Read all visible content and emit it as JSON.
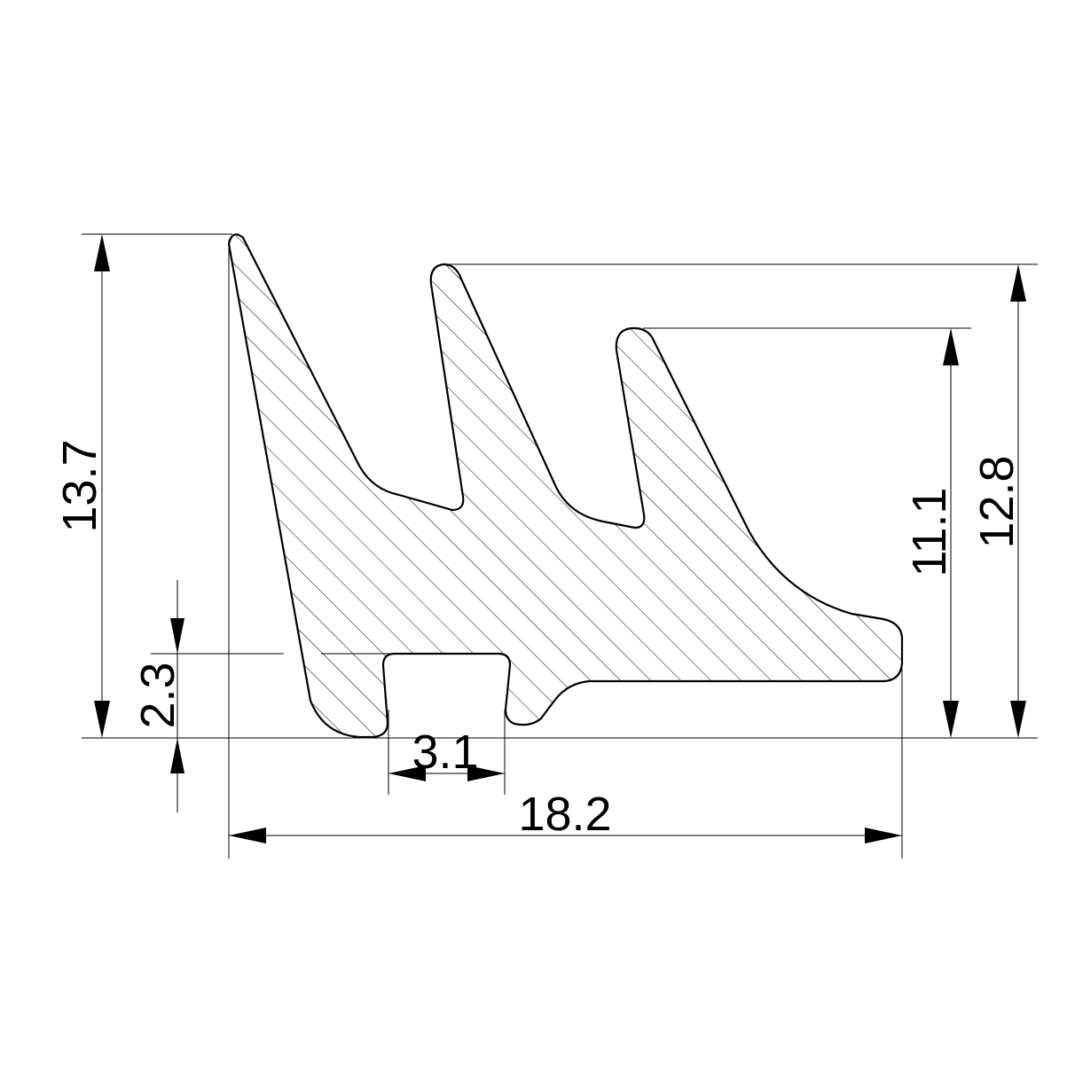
{
  "drawing": {
    "line_color": "#000000",
    "background": "#ffffff",
    "dimensions": {
      "overall_height": "13.7",
      "slot_depth": "2.3",
      "slot_width": "3.1",
      "overall_width": "18.2",
      "inner_lip_height": "11.1",
      "middle_lip_height": "12.8"
    }
  }
}
